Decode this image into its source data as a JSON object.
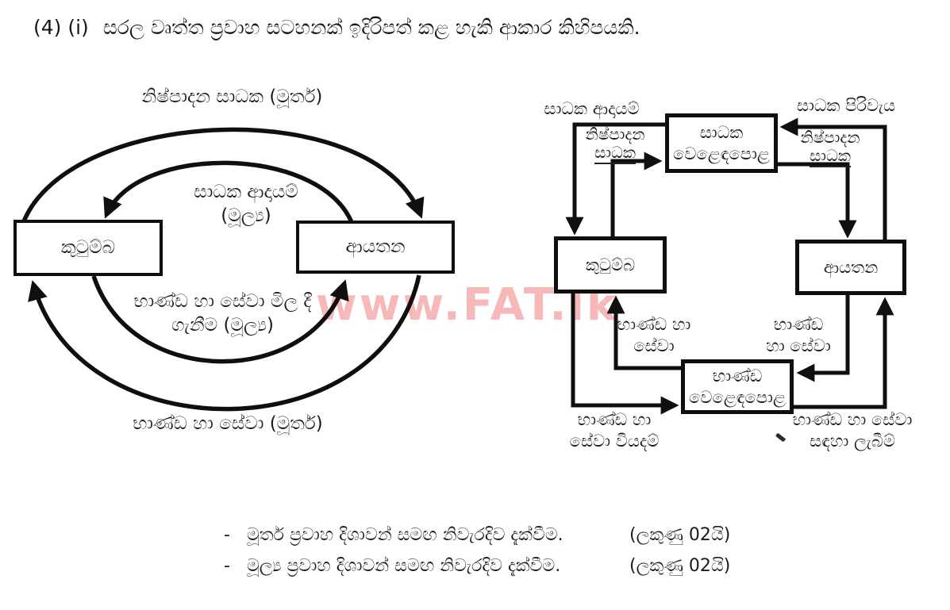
{
  "page": {
    "question_number": "(4) (i)",
    "title": "සරල වෘත්ත ප්‍රවාහ සටහනක් ඉදිරිපත් කළ හැකි ආකාර කිහිපයකි.",
    "watermark": "www.FAT.lk",
    "ink_color": "#0f0f0f",
    "watermark_color": "#ee7d7d"
  },
  "left_diagram": {
    "boxes": {
      "households": "කුටුම්බ",
      "firms": "ආයතන"
    },
    "flows": {
      "top_outer": "නිෂ්පාදන සාධක (මූර්ත)",
      "top_inner_line1": "සාධක ආදායම්",
      "top_inner_line2": "(මූල්‍ය)",
      "bottom_inner_line1": "භාණ්ඩ හා සේවා මිල දී",
      "bottom_inner_line2": "ගැනීම (මූල්‍ය)",
      "bottom_outer": "භාණ්ඩ හා සේවා (මූර්ත)"
    }
  },
  "right_diagram": {
    "boxes": {
      "factor_market_line1": "සාධක",
      "factor_market_line2": "වෙළෙඳපොළ",
      "households": "කුටුම්බ",
      "firms": "ආයතන",
      "goods_market_line1": "භාණ්ඩ",
      "goods_market_line2": "වෙළෙඳපොළ"
    },
    "flows": {
      "factor_income": "සාධක ආදායම්",
      "production_factors_left_line1": "නිෂ්පාදන",
      "production_factors_left_line2": "සාධක",
      "factor_cost": "සාධක පිරිවැය",
      "production_factors_right_line1": "නිෂ්පාදන",
      "production_factors_right_line2": "සාධක",
      "goods_services_left_line1": "භාණ්ඩ හා",
      "goods_services_left_line2": "සේවා",
      "goods_services_right_line1": "භාණ්ඩ",
      "goods_services_right_line2": "හා සේවා",
      "expenditure_line1": "භාණ්ඩ හා",
      "expenditure_line2": "සේවා වියදම්",
      "receipts_line1": "භාණ්ඩ හා සේවා",
      "receipts_line2": "සඳහා ලැබීම්"
    }
  },
  "marking": {
    "bullets": [
      {
        "dash": "-",
        "text": "මූර්ත ප්‍රවාහ දිශාවන් සමඟ නිවැරදිව දැක්වීම.",
        "marks": "(ලකුණු 02යි)"
      },
      {
        "dash": "-",
        "text": "මූල්‍ය ප්‍රවාහ දිශාවන් සමඟ නිවැරදිව දැක්වීම.",
        "marks": "(ලකුණු 02යි)"
      }
    ]
  }
}
